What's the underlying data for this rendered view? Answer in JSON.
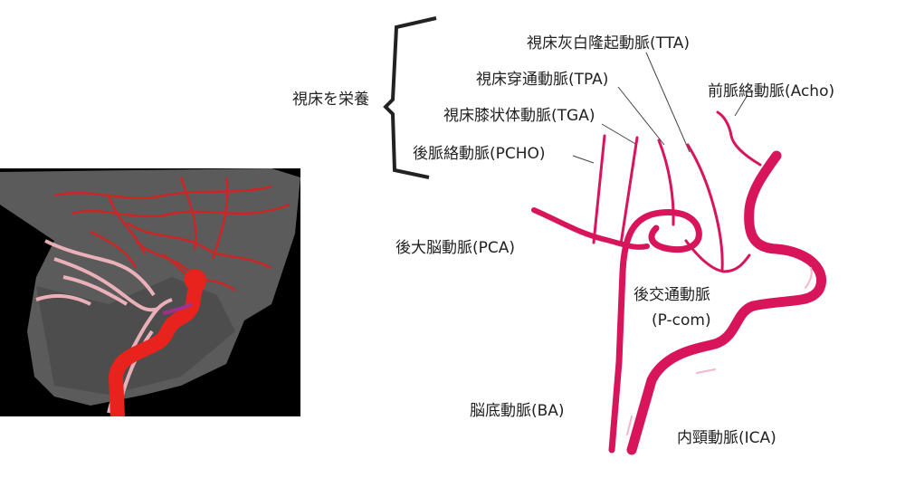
{
  "colors": {
    "artery": "#d8145a",
    "artery_highlight": "#f7b5cc",
    "angio_background": "#000000",
    "angio_tissue": "#5a5a5a",
    "ica_angio": "#e8231d",
    "vessels_pink": "#f2b6bd",
    "vessels_red": "#d92020",
    "leader_line": "#444444",
    "text": "#222222"
  },
  "labels": {
    "bracket_group": "視床を栄養",
    "tta": "視床灰白隆起動脈(TTA)",
    "tpa": "視床穿通動脈(TPA)",
    "tga": "視床膝状体動脈(TGA)",
    "pcho": "後脈絡動脈(PCHO)",
    "acho": "前脈絡動脈(Acho)",
    "pca": "後大脳動脈(PCA)",
    "pcom_line1": "後交通動脈",
    "pcom_line2": "(P-com)",
    "ba": "脳底動脈(BA)",
    "ica": "内頸動脈(ICA)"
  }
}
